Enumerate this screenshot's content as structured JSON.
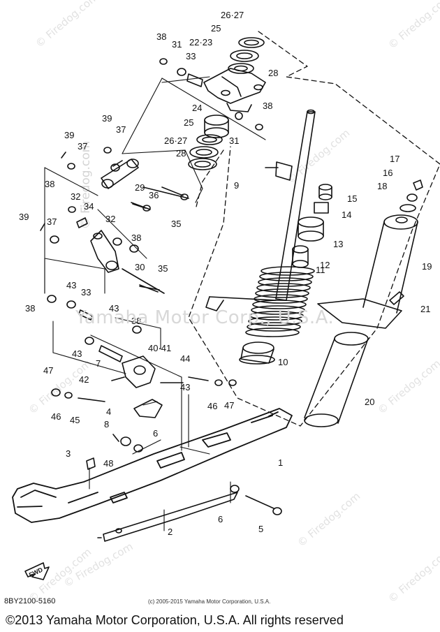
{
  "diagram_code": "8BY2100-5160",
  "copyright_small": "(c) 2005-2015 Yamaha Motor Corporation, U.S.A.",
  "copyright_main": "©2013 Yamaha Motor Corporation, U.S.A. All rights reserved",
  "watermark_center": "Yamaha Motor Corp., U.S.A.",
  "watermark_small": "© Firedog.com",
  "fwd_label": "FWD",
  "labels": [
    {
      "id": "1",
      "text": "1"
    },
    {
      "id": "2",
      "text": "2"
    },
    {
      "id": "3",
      "text": "3"
    },
    {
      "id": "4",
      "text": "4"
    },
    {
      "id": "5",
      "text": "5"
    },
    {
      "id": "6a",
      "text": "6"
    },
    {
      "id": "6b",
      "text": "6"
    },
    {
      "id": "7a",
      "text": "7"
    },
    {
      "id": "8",
      "text": "8"
    },
    {
      "id": "9",
      "text": "9"
    },
    {
      "id": "10",
      "text": "10"
    },
    {
      "id": "11",
      "text": "11"
    },
    {
      "id": "12",
      "text": "12"
    },
    {
      "id": "13",
      "text": "13"
    },
    {
      "id": "14",
      "text": "14"
    },
    {
      "id": "15",
      "text": "15"
    },
    {
      "id": "16",
      "text": "16"
    },
    {
      "id": "17",
      "text": "17"
    },
    {
      "id": "18",
      "text": "18"
    },
    {
      "id": "19",
      "text": "19"
    },
    {
      "id": "20",
      "text": "20"
    },
    {
      "id": "21",
      "text": "21"
    },
    {
      "id": "22_23",
      "text": "22·23"
    },
    {
      "id": "24",
      "text": "24"
    },
    {
      "id": "25a",
      "text": "25"
    },
    {
      "id": "25b",
      "text": "25"
    },
    {
      "id": "26_27a",
      "text": "26·27"
    },
    {
      "id": "26_27b",
      "text": "26·27"
    },
    {
      "id": "28a",
      "text": "28"
    },
    {
      "id": "28b",
      "text": "28"
    },
    {
      "id": "29",
      "text": "29"
    },
    {
      "id": "30",
      "text": "30"
    },
    {
      "id": "31a",
      "text": "31"
    },
    {
      "id": "31b",
      "text": "31"
    },
    {
      "id": "32a",
      "text": "32"
    },
    {
      "id": "32b",
      "text": "32"
    },
    {
      "id": "33a",
      "text": "33"
    },
    {
      "id": "33b",
      "text": "33"
    },
    {
      "id": "34",
      "text": "34"
    },
    {
      "id": "35a",
      "text": "35"
    },
    {
      "id": "35b",
      "text": "35"
    },
    {
      "id": "36",
      "text": "36"
    },
    {
      "id": "37a",
      "text": "37"
    },
    {
      "id": "37b",
      "text": "37"
    },
    {
      "id": "37c",
      "text": "37"
    },
    {
      "id": "38a",
      "text": "38"
    },
    {
      "id": "38b",
      "text": "38"
    },
    {
      "id": "38c",
      "text": "38"
    },
    {
      "id": "38d",
      "text": "38"
    },
    {
      "id": "38e",
      "text": "38"
    },
    {
      "id": "38f",
      "text": "38"
    },
    {
      "id": "39a",
      "text": "39"
    },
    {
      "id": "39b",
      "text": "39"
    },
    {
      "id": "39c",
      "text": "39"
    },
    {
      "id": "40_41",
      "text": "40·41"
    },
    {
      "id": "42",
      "text": "42"
    },
    {
      "id": "43a",
      "text": "43"
    },
    {
      "id": "43b",
      "text": "43"
    },
    {
      "id": "43c",
      "text": "43"
    },
    {
      "id": "43d",
      "text": "43"
    },
    {
      "id": "44",
      "text": "44"
    },
    {
      "id": "45",
      "text": "45"
    },
    {
      "id": "46a",
      "text": "46"
    },
    {
      "id": "46b",
      "text": "46"
    },
    {
      "id": "47a",
      "text": "47"
    },
    {
      "id": "47b",
      "text": "47"
    },
    {
      "id": "48",
      "text": "48"
    }
  ]
}
